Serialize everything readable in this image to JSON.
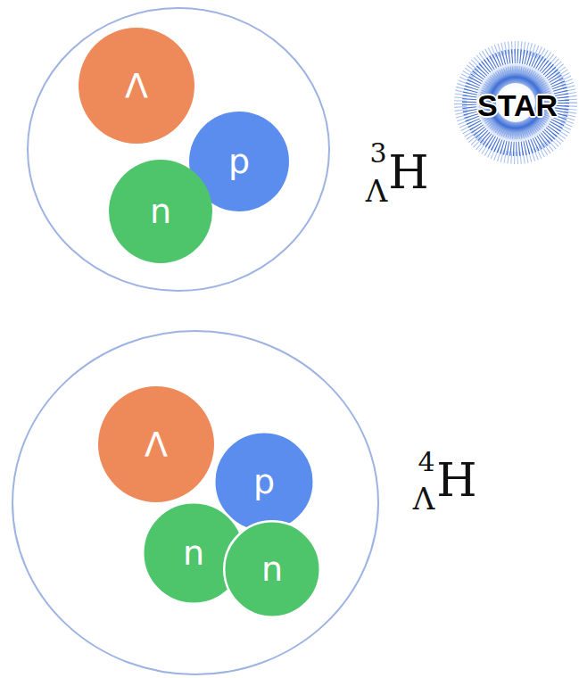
{
  "diagram": {
    "nodes": [
      {
        "text": [
          "3",
          "Λ",
          "H"
        ]
      },
      {
        "text": [
          "Λ"
        ],
        "in": 0
      },
      {
        "text": [
          "p"
        ],
        "in": 0
      },
      {
        "text": [
          "n"
        ],
        "in": 0
      },
      {
        "text": [
          "4",
          "Λ",
          "H"
        ]
      },
      {
        "text": [
          "Λ"
        ],
        "in": 4
      },
      {
        "text": [
          "p"
        ],
        "in": 4
      },
      {
        "text": [
          "n"
        ],
        "in": 4
      },
      {
        "text": [
          "n"
        ],
        "in": 4
      }
    ],
    "labels": [
      "STAR"
    ]
  }
}
